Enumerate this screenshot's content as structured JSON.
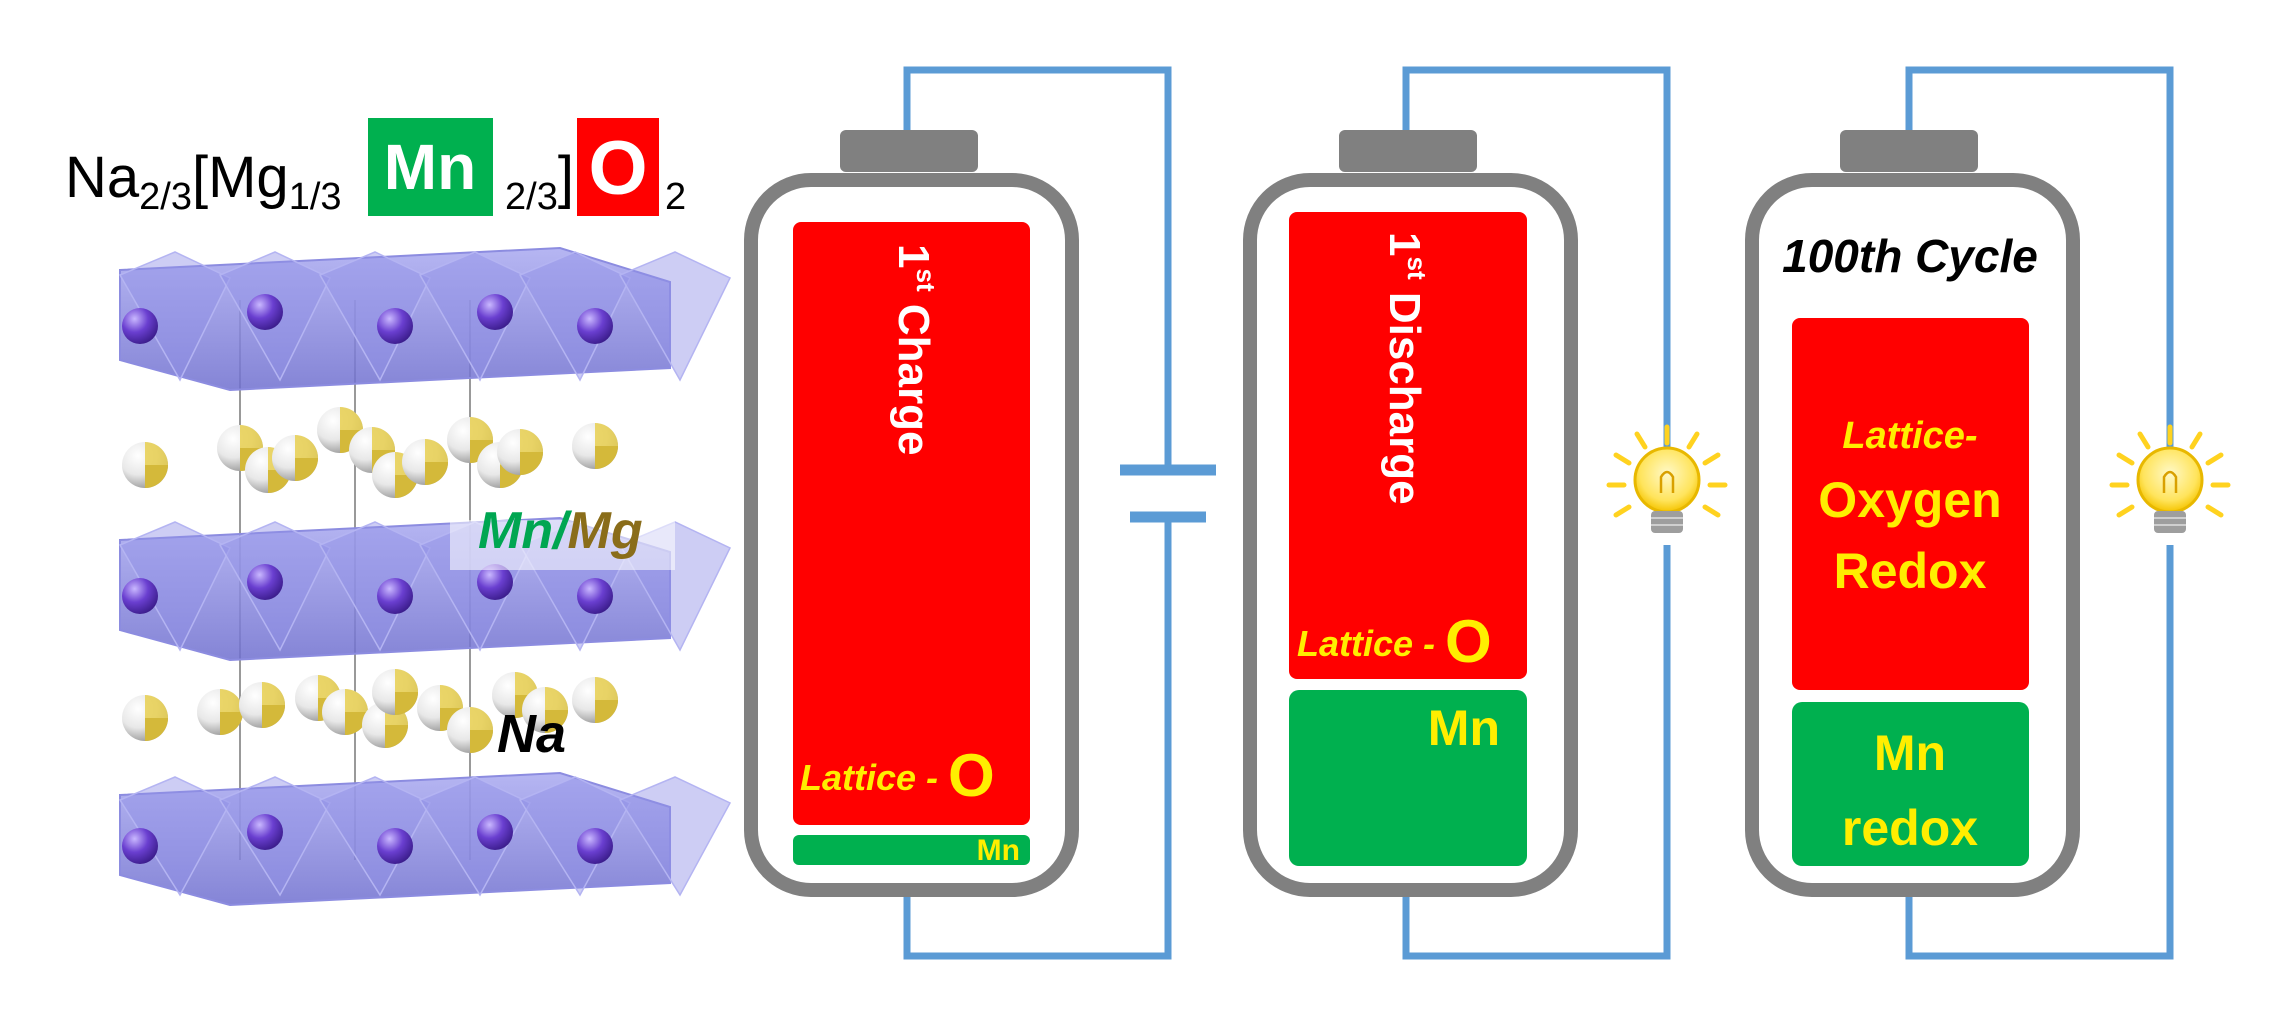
{
  "formula": {
    "na": "Na",
    "na_sub": "2/3",
    "bracket_open": "[",
    "mg": "Mg",
    "mg_sub": "1/3",
    "mn": "Mn",
    "mn_sub": "2/3",
    "bracket_close": "]",
    "o": "O",
    "o_sub": "2"
  },
  "structure": {
    "mn": "Mn",
    "slash": "/",
    "mg": "Mg",
    "na": "Na"
  },
  "battery_1": {
    "title": "Charge",
    "title_prefix": "1",
    "title_sup": "st",
    "oxygen_label": "Lattice - ",
    "oxygen_symbol": "O",
    "mn_label": "Mn"
  },
  "battery_2": {
    "title": "Discharge",
    "title_prefix": "1",
    "title_sup": "st",
    "oxygen_label": "Lattice - ",
    "oxygen_symbol": "O",
    "mn_label": "Mn"
  },
  "battery_3": {
    "title": "100th Cycle",
    "oxygen_line1": "Lattice-",
    "oxygen_line2": "Oxygen",
    "oxygen_line3": "Redox",
    "mn_line1": "Mn",
    "mn_line2": "redox"
  },
  "colors": {
    "red": "#ff0000",
    "green": "#00b04f",
    "yellow": "#ffff00",
    "label_yellow": "#ffee00",
    "wire": "#5b9bd5",
    "battery_gray": "#808080",
    "polyhedra": "#7b7bd9",
    "na_atom": "#d4b93a",
    "mn_text": "#00a651",
    "mg_text": "#8a6d1a"
  },
  "icons": {
    "bulb_2": "lightbulb-icon",
    "bulb_3": "lightbulb-icon",
    "source": "dc-source-icon"
  }
}
